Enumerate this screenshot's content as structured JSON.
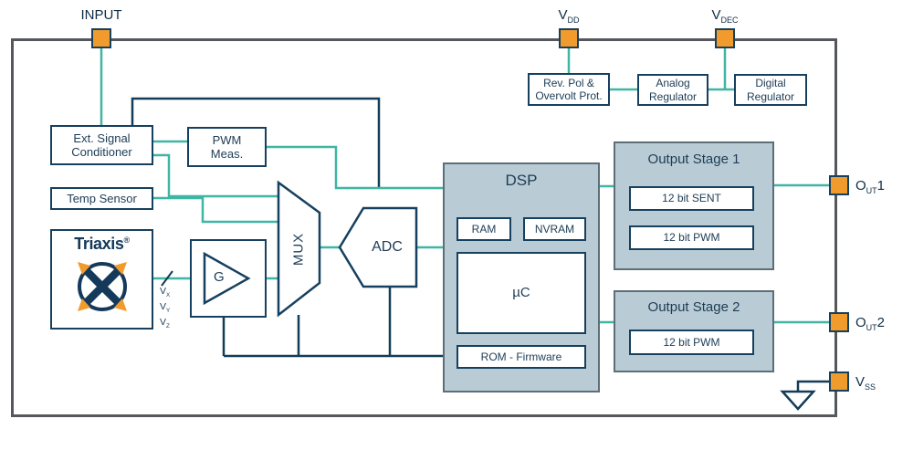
{
  "colors": {
    "wire_teal": "#3fb5a3",
    "wire_navy": "#123c57",
    "pin_orange": "#f19b2c",
    "panel_fill": "#b9ccd5",
    "panel_border": "#5e6e77",
    "chip_border": "#54575c",
    "text_navy": "#1d3c55"
  },
  "pins": {
    "input": {
      "label": "INPUT"
    },
    "vdd": {
      "prefix": "V",
      "sub": "DD"
    },
    "vdec": {
      "prefix": "V",
      "sub": "DEC"
    },
    "out1": {
      "prefix": "O",
      "sub": "UT",
      "suffix": "1"
    },
    "out2": {
      "prefix": "O",
      "sub": "UT",
      "suffix": "2"
    },
    "vss": {
      "prefix": "V",
      "sub": "SS"
    }
  },
  "power_chain": {
    "rev_pol": {
      "line1": "Rev. Pol &",
      "line2": "Overvolt Prot."
    },
    "analog_regulator": {
      "line1": "Analog",
      "line2": "Regulator"
    },
    "digital_regulator": {
      "line1": "Digital",
      "line2": "Regulator"
    }
  },
  "front_end": {
    "ext_signal_conditioner": {
      "line1": "Ext. Signal",
      "line2": "Conditioner"
    },
    "pwm_meas": {
      "line1": "PWM",
      "line2": "Meas."
    },
    "temp_sensor": {
      "label": "Temp Sensor"
    },
    "triaxis": {
      "brand": "Triaxis",
      "registered": "®"
    },
    "gain": {
      "label": "G"
    },
    "mux": {
      "label": "MUX"
    },
    "adc": {
      "label": "ADC"
    },
    "bus_signals": [
      {
        "prefix": "V",
        "sub": "X"
      },
      {
        "prefix": "V",
        "sub": "Y"
      },
      {
        "prefix": "V",
        "sub": "Z"
      }
    ]
  },
  "dsp": {
    "label": "DSP",
    "ram": "RAM",
    "nvram": "NVRAM",
    "uc": "µC",
    "rom": "ROM - Firmware"
  },
  "output_stages": {
    "stage1": {
      "label": "Output Stage 1",
      "sent": "12 bit SENT",
      "pwm": "12 bit PWM"
    },
    "stage2": {
      "label": "Output Stage 2",
      "pwm": "12 bit PWM"
    }
  }
}
